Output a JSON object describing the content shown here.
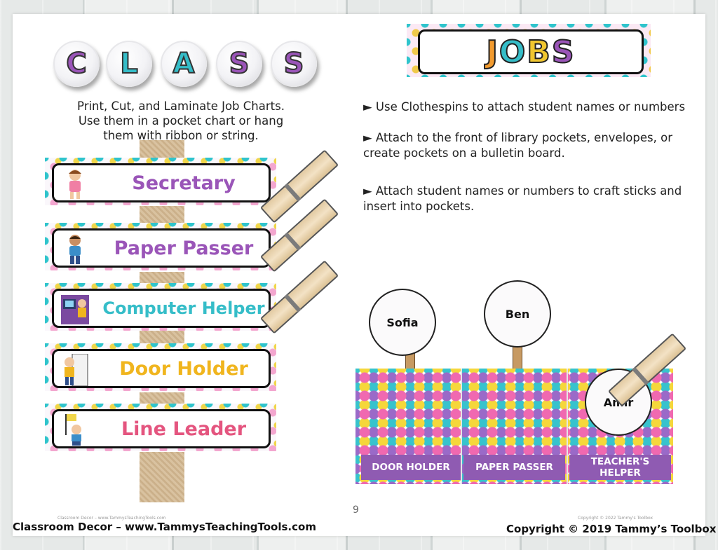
{
  "header": {
    "class_letters": [
      "C",
      "L",
      "A",
      "S",
      "S"
    ],
    "jobs_letters": [
      "J",
      "O",
      "B",
      "S"
    ],
    "jobs_colors": [
      "#f29b2f",
      "#35bdc8",
      "#f0c62f",
      "#9a55b8"
    ]
  },
  "intro": {
    "line1": "Print, Cut, and Laminate Job Charts.",
    "line2": "Use them in a pocket chart or hang",
    "line3": "them with ribbon or string."
  },
  "bullets": [
    "► Use Clothespins to attach student names or numbers",
    "► Attach to the front of library pockets, envelopes, or create pockets on a bulletin board.",
    "► Attach student names or numbers to craft sticks and insert into pockets."
  ],
  "job_cards": [
    {
      "title": "Secretary",
      "color": "#9a55b8"
    },
    {
      "title": "Paper Passer",
      "color": "#9a55b8"
    },
    {
      "title": "Computer Helper",
      "color": "#35bdc8"
    },
    {
      "title": "Door Holder",
      "color": "#f0b51e"
    },
    {
      "title": "Line Leader",
      "color": "#e4557f"
    }
  ],
  "card_copyright": "Copyright © 2022 Tammy's Toolbox",
  "pockets": [
    {
      "label": "DOOR HOLDER"
    },
    {
      "label": "PAPER PASSER"
    },
    {
      "label": "TEACHER'S HELPER"
    }
  ],
  "names": [
    "Sofia",
    "Ben",
    "Amir"
  ],
  "page_number": "9",
  "footer": {
    "left": "Classroom Decor – www.TammysTeachingTools.com",
    "right": "Copyright © 2019 Tammy’s Toolbox",
    "left_small": "Classroom Decor – www.TammysTeachingTools.com",
    "right_small": "Copyright © 2022 Tammy's Toolbox"
  }
}
